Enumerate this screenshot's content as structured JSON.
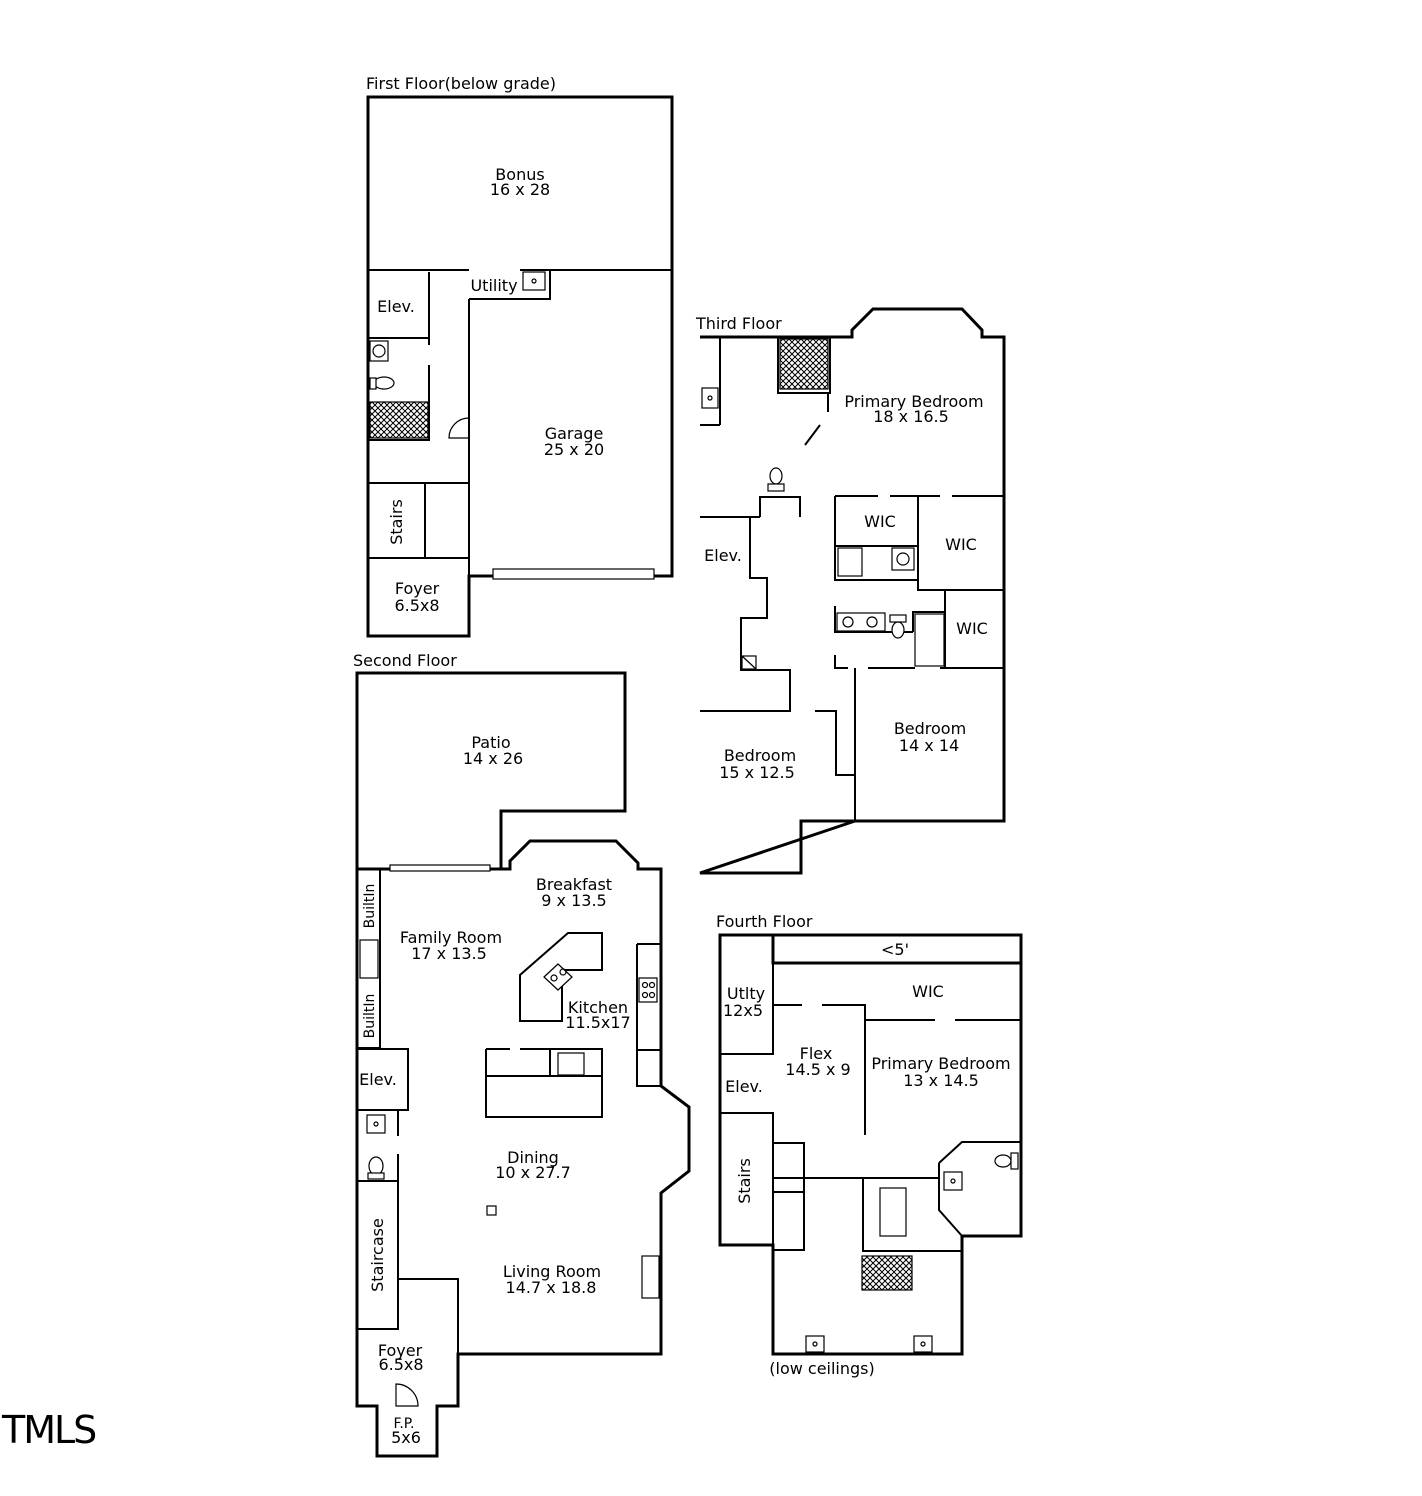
{
  "floors": {
    "first": {
      "title": "First Floor(below grade)",
      "rooms": {
        "bonus": {
          "name": "Bonus",
          "dims": "16 x 28"
        },
        "utility": {
          "name": "Utility"
        },
        "elev": {
          "name": "Elev."
        },
        "garage": {
          "name": "Garage",
          "dims": "25 x 20"
        },
        "stairs": {
          "name": "Stairs"
        },
        "foyer": {
          "name": "Foyer",
          "dims": "6.5x8"
        }
      }
    },
    "second": {
      "title": "Second Floor",
      "rooms": {
        "patio": {
          "name": "Patio",
          "dims": "14 x 26"
        },
        "breakfast": {
          "name": "Breakfast",
          "dims": "9 x 13.5"
        },
        "family": {
          "name": "Family Room",
          "dims": "17 x 13.5"
        },
        "builtin1": {
          "name": "BuiltIn"
        },
        "builtin2": {
          "name": "BuiltIn"
        },
        "kitchen": {
          "name": "Kitchen",
          "dims": "11.5x17"
        },
        "elev": {
          "name": "Elev."
        },
        "dining": {
          "name": "Dining",
          "dims": "10 x 27.7"
        },
        "staircase": {
          "name": "Staircase"
        },
        "living": {
          "name": "Living Room",
          "dims": "14.7 x 18.8"
        },
        "foyer": {
          "name": "Foyer",
          "dims": "6.5x8"
        },
        "fp": {
          "name": "F.P.",
          "dims": "5x6"
        }
      }
    },
    "third": {
      "title": "Third Floor",
      "rooms": {
        "primary": {
          "name": "Primary Bedroom",
          "dims": "18 x 16.5"
        },
        "wic1": {
          "name": "WIC"
        },
        "wic2": {
          "name": "WIC"
        },
        "wic3": {
          "name": "WIC"
        },
        "elev": {
          "name": "Elev."
        },
        "bed1": {
          "name": "Bedroom",
          "dims": "15 x 12.5"
        },
        "bed2": {
          "name": "Bedroom",
          "dims": "14 x 14"
        }
      }
    },
    "fourth": {
      "title": "Fourth Floor",
      "note": "(low ceilings)",
      "rooms": {
        "attic": {
          "name": "<5'"
        },
        "utility": {
          "name": "Utlty",
          "dims": "12x5"
        },
        "wic": {
          "name": "WIC"
        },
        "flex": {
          "name": "Flex",
          "dims": "14.5 x 9"
        },
        "primary": {
          "name": "Primary Bedroom",
          "dims": "13 x 14.5"
        },
        "elev": {
          "name": "Elev."
        },
        "stairs": {
          "name": "Stairs"
        }
      }
    }
  },
  "logo": "TMLS",
  "icons": [
    "toilet-icon",
    "sink-icon",
    "shower-icon",
    "bathtub-icon",
    "fireplace-icon",
    "stove-icon",
    "door-swing-icon"
  ]
}
